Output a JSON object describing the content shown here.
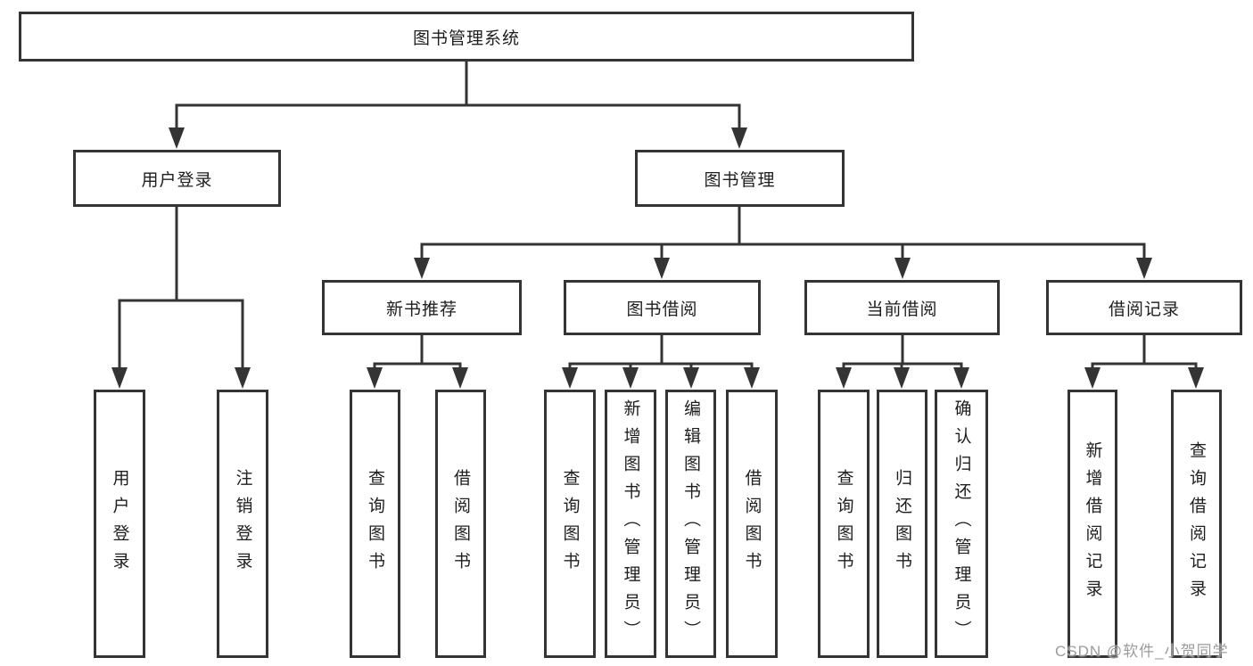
{
  "tree": {
    "label": "图书管理系统",
    "children": [
      {
        "label": "用户登录",
        "children": [
          {
            "label": "用户登录"
          },
          {
            "label": "注销登录"
          }
        ]
      },
      {
        "label": "图书管理",
        "children": [
          {
            "label": "新书推荐",
            "children": [
              {
                "label": "查询图书"
              },
              {
                "label": "借阅图书"
              }
            ]
          },
          {
            "label": "图书借阅",
            "children": [
              {
                "label": "查询图书"
              },
              {
                "label": "新增图书（管理员）"
              },
              {
                "label": "编辑图书（管理员）"
              },
              {
                "label": "借阅图书"
              }
            ]
          },
          {
            "label": "当前借阅",
            "children": [
              {
                "label": "查询图书"
              },
              {
                "label": "归还图书"
              },
              {
                "label": "确认归还（管理员）"
              }
            ]
          },
          {
            "label": "借阅记录",
            "children": [
              {
                "label": "新增借阅记录"
              },
              {
                "label": "查询借阅记录"
              }
            ]
          }
        ]
      }
    ]
  },
  "watermark": {
    "text": "CSDN @软件_小贺同学"
  },
  "colors": {
    "line": "#343434",
    "box_background": "#ffffff",
    "text": "#1e1e1e",
    "watermark": "#9b9b9b"
  }
}
